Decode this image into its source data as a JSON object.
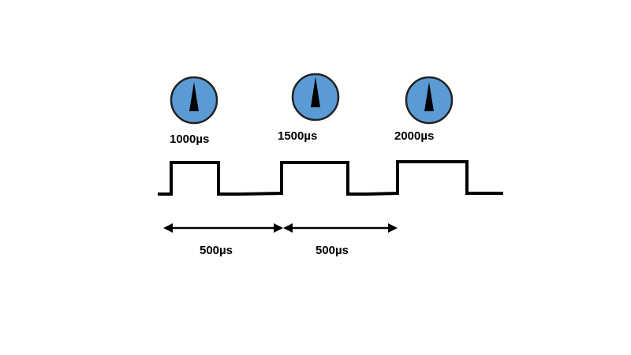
{
  "colors": {
    "dial_fill": "#5b9bd5",
    "dial_border": "#222222",
    "needle": "#000000",
    "signal": "#000000",
    "background": "#ffffff"
  },
  "dials": [
    {
      "label": "1000µs",
      "icon": "servo-dial-icon"
    },
    {
      "label": "1500µs",
      "icon": "servo-dial-icon"
    },
    {
      "label": "2000µs",
      "icon": "servo-dial-icon"
    }
  ],
  "periods": [
    {
      "label": "500µs"
    },
    {
      "label": "500µs"
    }
  ]
}
